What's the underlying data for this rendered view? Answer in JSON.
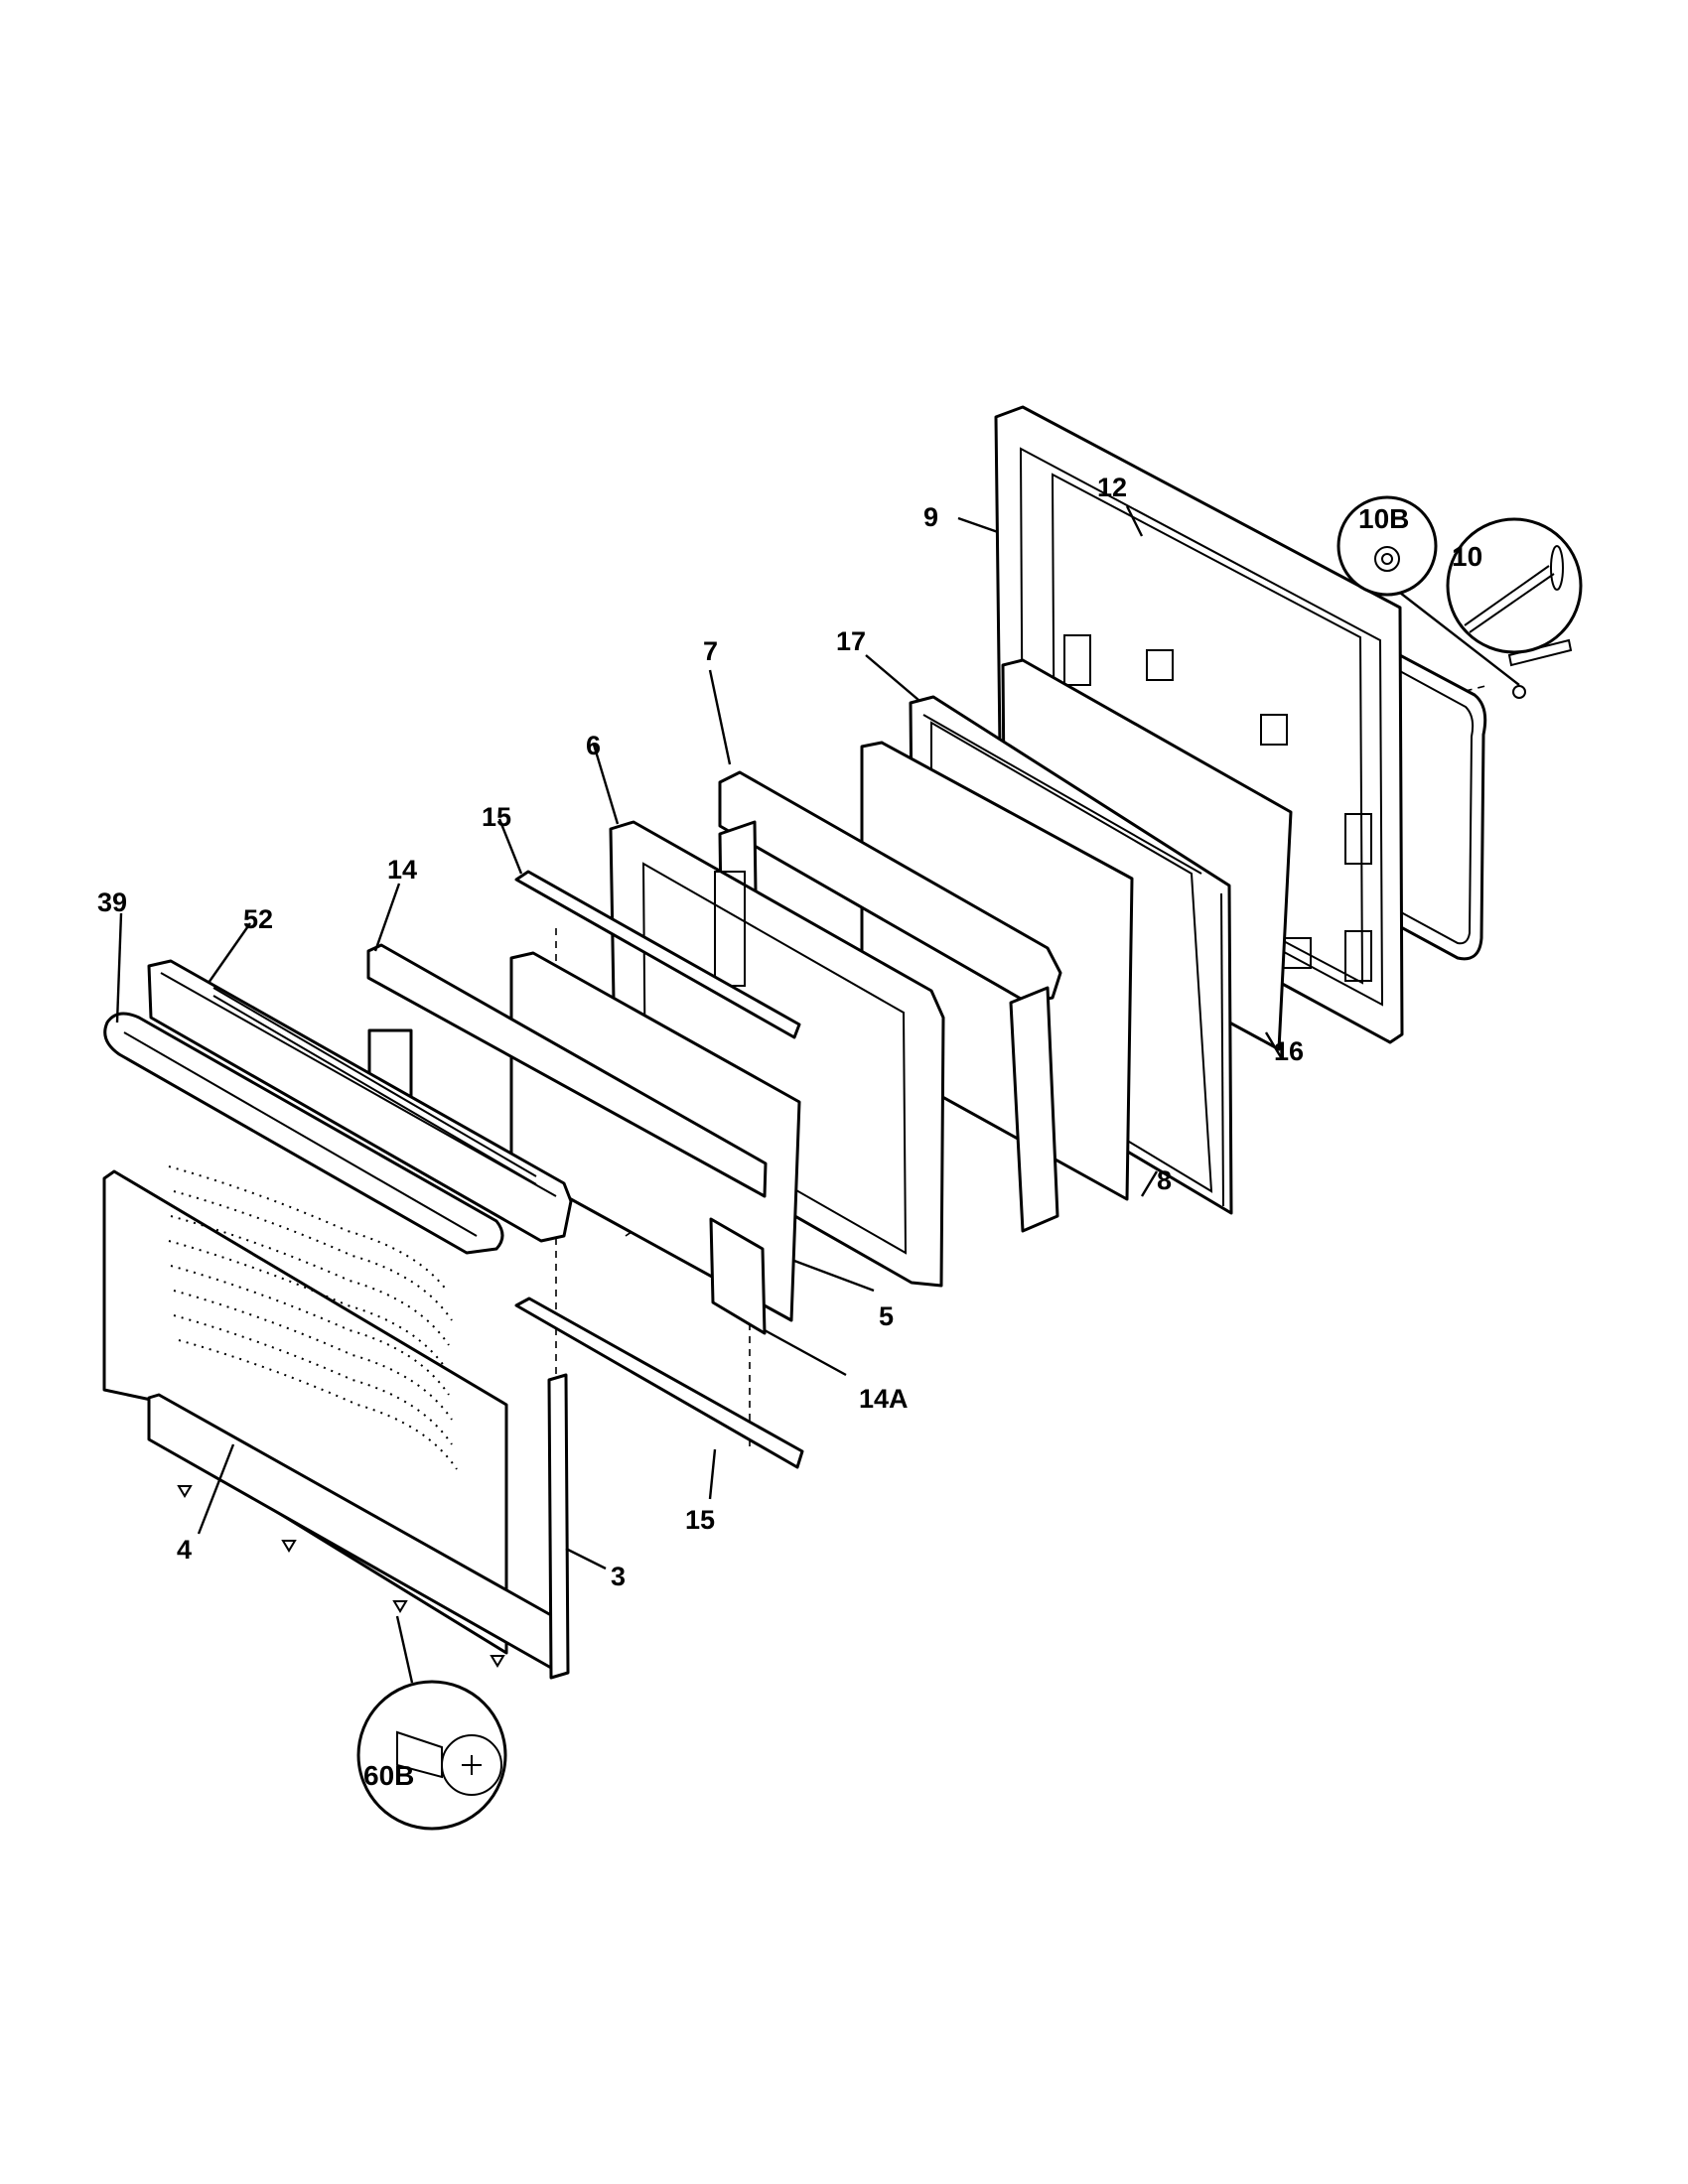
{
  "diagram": {
    "line_color": "#000000",
    "background": "#ffffff",
    "labels": {
      "p12": "12",
      "p9": "9",
      "p10B": "10B",
      "p10": "10",
      "p7": "7",
      "p17": "17",
      "p6": "6",
      "p15_top": "15",
      "p14": "14",
      "p39": "39",
      "p52": "52",
      "p16": "16",
      "p8": "8",
      "p5": "5",
      "p14A": "14A",
      "p15_bottom": "15",
      "p4": "4",
      "p3": "3",
      "p60B": "60B"
    }
  }
}
